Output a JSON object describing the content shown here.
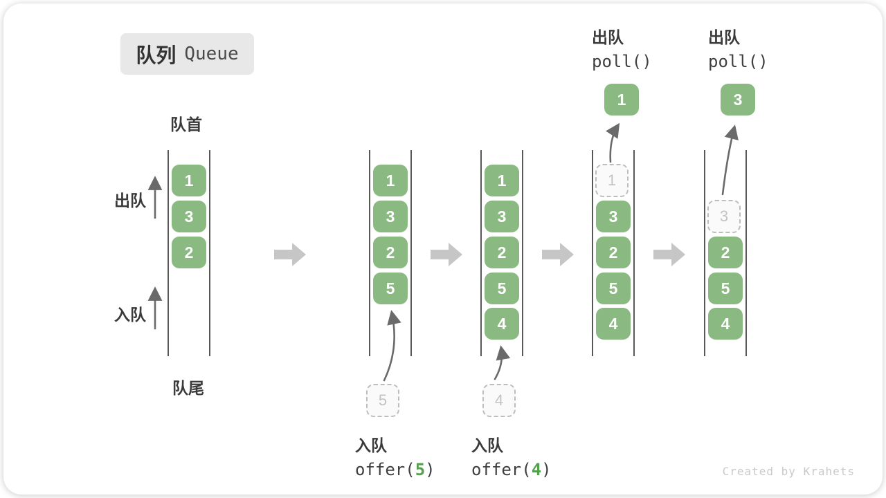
{
  "title": {
    "zh": "队列",
    "en": "Queue"
  },
  "side_labels": {
    "front": "队首",
    "rear": "队尾",
    "dequeue": "出队",
    "enqueue": "入队"
  },
  "poll_labels": [
    {
      "op": "出队",
      "code": "poll()",
      "value": "1"
    },
    {
      "op": "出队",
      "code": "poll()",
      "value": "3"
    }
  ],
  "offer_labels": [
    {
      "op": "入队",
      "fn": "offer(",
      "arg": "5",
      "close": ")"
    },
    {
      "op": "入队",
      "fn": "offer(",
      "arg": "4",
      "close": ")"
    }
  ],
  "queues": [
    {
      "name": "initial state",
      "items": [
        "1",
        "3",
        "2"
      ]
    },
    {
      "name": "after offer(5)",
      "items": [
        "1",
        "3",
        "2",
        "5"
      ],
      "incoming": "5"
    },
    {
      "name": "after offer(4)",
      "items": [
        "1",
        "3",
        "2",
        "5",
        "4"
      ],
      "incoming": "4"
    },
    {
      "name": "after poll()=1",
      "removed": "1",
      "items": [
        "3",
        "2",
        "5",
        "4"
      ]
    },
    {
      "name": "after poll()=3",
      "removed": "3",
      "items": [
        "2",
        "5",
        "4"
      ]
    }
  ],
  "footer": {
    "credit": "Created by Krahets"
  },
  "colors": {
    "box_green": "#8ABA82",
    "accent_green": "#55A04E",
    "block_arrow_gray": "#C6C6C6",
    "curve_arrow_gray": "#6A6A6A"
  }
}
